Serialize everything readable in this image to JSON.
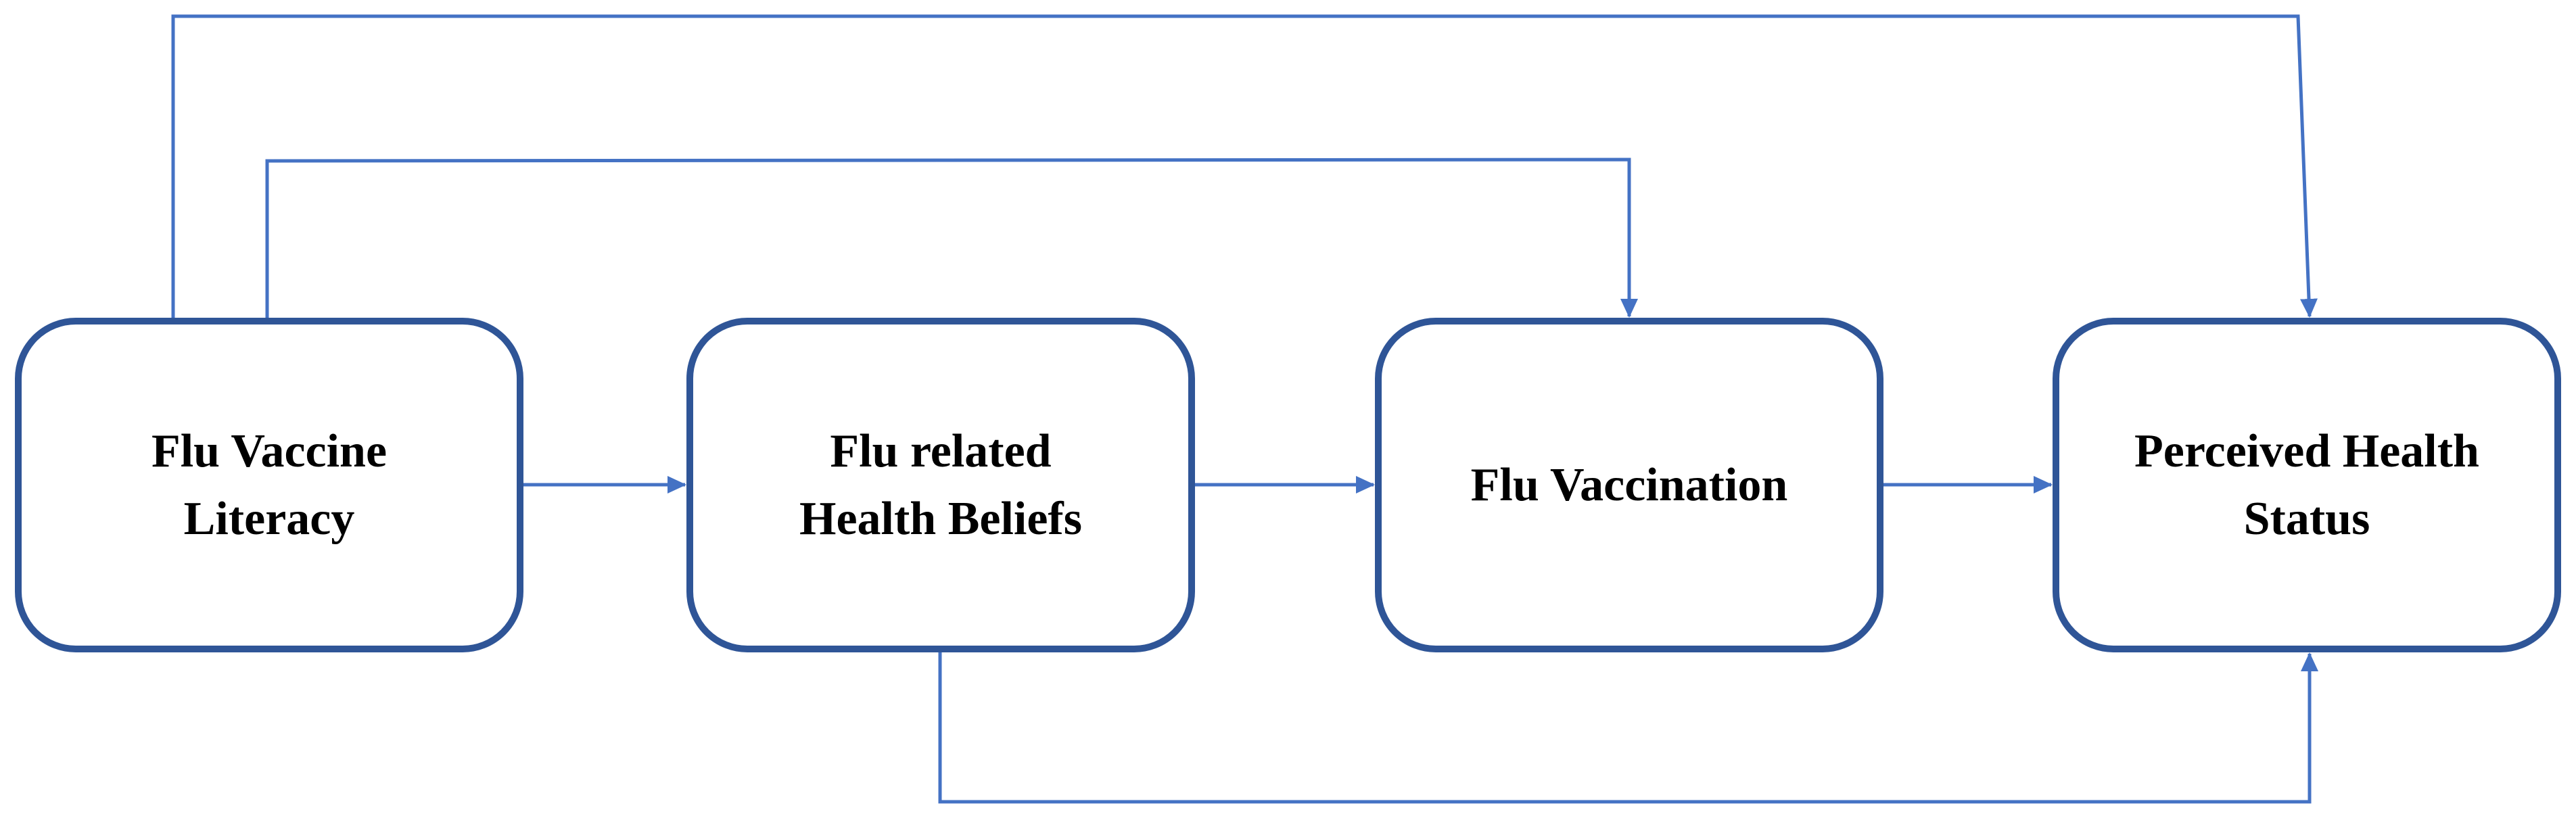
{
  "diagram": {
    "line_color": "#4472c4",
    "box_border_color": "#2f5597",
    "nodes": [
      {
        "id": "flu-vaccine-literacy",
        "label": "Flu Vaccine\nLiteracy"
      },
      {
        "id": "flu-related-health-beliefs",
        "label": "Flu related\nHealth Beliefs"
      },
      {
        "id": "flu-vaccination",
        "label": "Flu Vaccination"
      },
      {
        "id": "perceived-health-status",
        "label": "Perceived Health\nStatus"
      }
    ],
    "edges": [
      {
        "from": "flu-vaccine-literacy",
        "to": "flu-related-health-beliefs"
      },
      {
        "from": "flu-related-health-beliefs",
        "to": "flu-vaccination"
      },
      {
        "from": "flu-vaccination",
        "to": "perceived-health-status"
      },
      {
        "from": "flu-vaccine-literacy",
        "to": "flu-vaccination"
      },
      {
        "from": "flu-vaccine-literacy",
        "to": "perceived-health-status"
      },
      {
        "from": "flu-related-health-beliefs",
        "to": "perceived-health-status"
      }
    ]
  }
}
